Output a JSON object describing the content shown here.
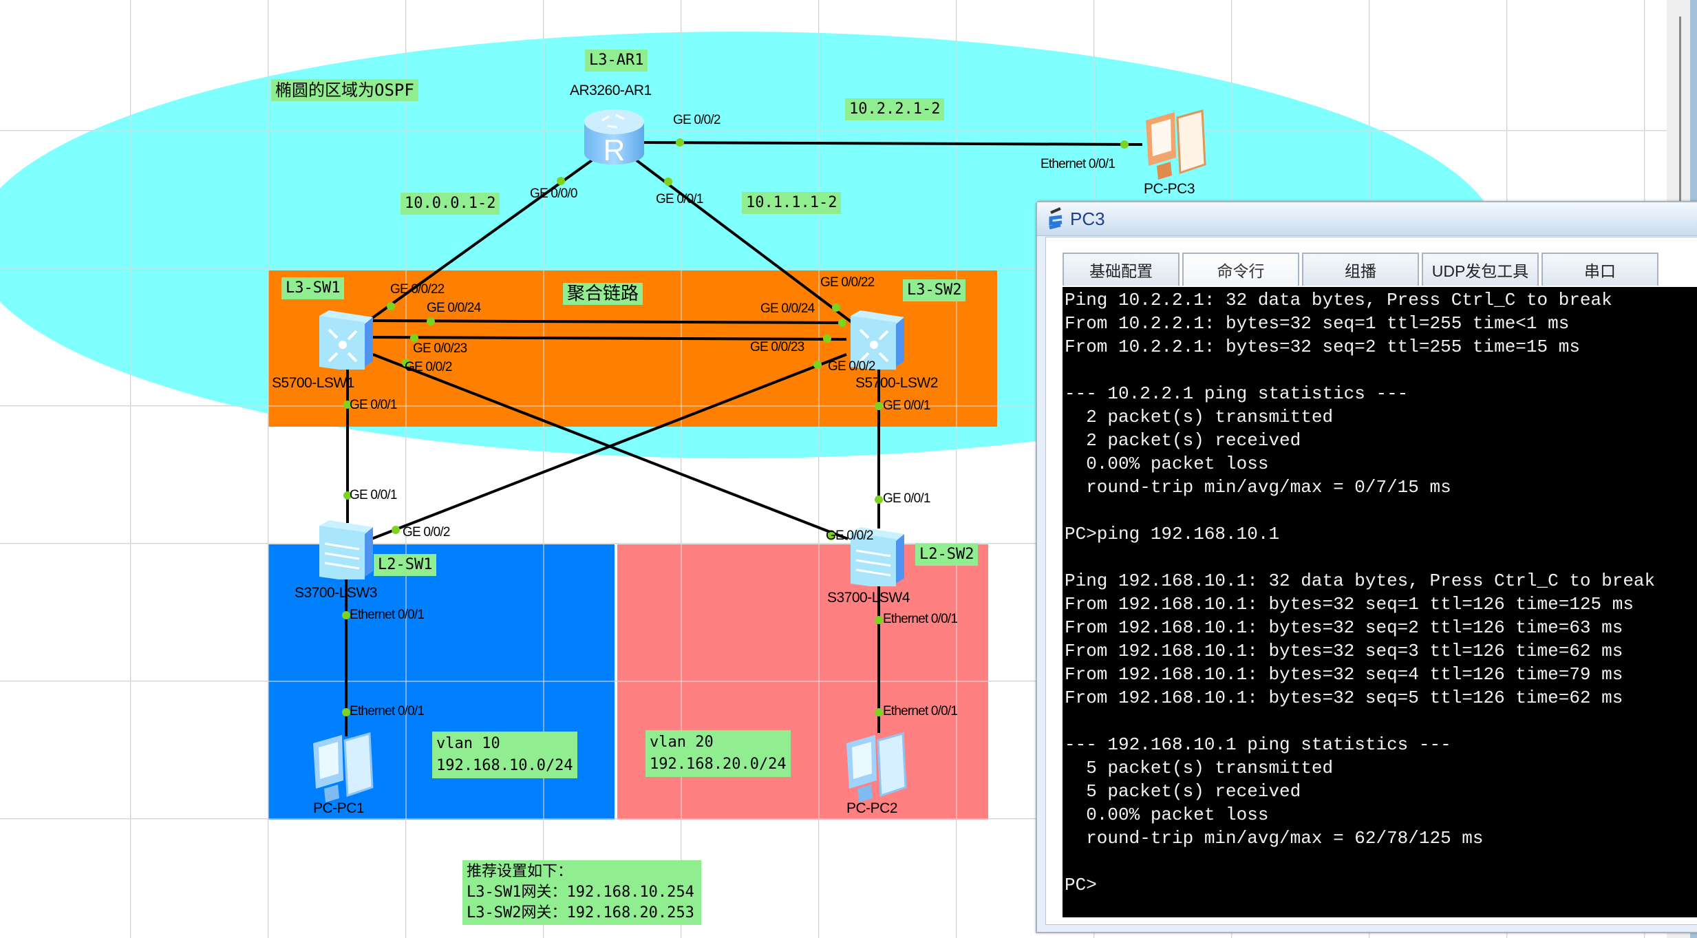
{
  "colors": {
    "ospf_area": "#80ffff",
    "core_zone": "#ff8000",
    "vlan10_zone": "#0080ff",
    "vlan20_zone": "#ff8080",
    "note_bg": "#90ee90",
    "port_dot": "#7ed321",
    "link": "#000000"
  },
  "notes": {
    "ospf_area": "椭圆的区域为OSPF",
    "ar1_tag": "L3-AR1",
    "link_ar1_pc3": "10.2.2.1-2",
    "link_ar1_sw1": "10.0.0.1-2",
    "link_ar1_sw2": "10.1.1.1-2",
    "sw1_tag": "L3-SW1",
    "sw2_tag": "L3-SW2",
    "eth_trunk": "聚合链路",
    "lsw3_tag": "L2-SW1",
    "lsw4_tag": "L2-SW2",
    "vlan10": "vlan 10\n192.168.10.0/24",
    "vlan20": "vlan 20\n192.168.20.0/24",
    "recommend": "推荐设置如下：\nL3-SW1网关：192.168.10.254\nL3-SW2网关：192.168.20.253"
  },
  "devices": {
    "ar1": "AR3260-AR1",
    "pc3": "PC-PC3",
    "sw1": "S5700-LSW1",
    "sw2": "S5700-LSW2",
    "lsw3": "S3700-LSW3",
    "lsw4": "S3700-LSW4",
    "pc1": "PC-PC1",
    "pc2": "PC-PC2"
  },
  "ports": {
    "ar1_g2": "GE 0/0/2",
    "ar1_g0": "GE 0/0/0",
    "ar1_g1": "GE 0/0/1",
    "pc3_e1": "Ethernet 0/0/1",
    "sw1_g22": "GE 0/0/22",
    "sw1_g24": "GE 0/0/24",
    "sw1_g23": "GE 0/0/23",
    "sw1_g2": "GE 0/0/2",
    "sw1_g1": "GE 0/0/1",
    "sw2_g22": "GE 0/0/22",
    "sw2_g24": "GE 0/0/24",
    "sw2_g23": "GE 0/0/23",
    "sw2_g2": "GE 0/0/2",
    "sw2_g1": "GE 0/0/1",
    "lsw3_g1": "GE 0/0/1",
    "lsw3_g2": "GE 0/0/2",
    "lsw3_e1": "Ethernet 0/0/1",
    "lsw4_g1": "GE 0/0/1",
    "lsw4_g2": "GE 0/0/2",
    "lsw4_e1": "Ethernet 0/0/1",
    "pc1_e1": "Ethernet 0/0/1",
    "pc2_e1": "Ethernet 0/0/1"
  },
  "pc3_window": {
    "title": "PC3",
    "tabs": [
      {
        "label": "基础配置",
        "active": false
      },
      {
        "label": "命令行",
        "active": true
      },
      {
        "label": "组播",
        "active": false
      },
      {
        "label": "UDP发包工具",
        "active": false
      },
      {
        "label": "串口",
        "active": false
      }
    ],
    "terminal_lines": [
      "Ping 10.2.2.1: 32 data bytes, Press Ctrl_C to break",
      "From 10.2.2.1: bytes=32 seq=1 ttl=255 time<1 ms",
      "From 10.2.2.1: bytes=32 seq=2 ttl=255 time=15 ms",
      "",
      "--- 10.2.2.1 ping statistics ---",
      "  2 packet(s) transmitted",
      "  2 packet(s) received",
      "  0.00% packet loss",
      "  round-trip min/avg/max = 0/7/15 ms",
      "",
      "PC>ping 192.168.10.1",
      "",
      "Ping 192.168.10.1: 32 data bytes, Press Ctrl_C to break",
      "From 192.168.10.1: bytes=32 seq=1 ttl=126 time=125 ms",
      "From 192.168.10.1: bytes=32 seq=2 ttl=126 time=63 ms",
      "From 192.168.10.1: bytes=32 seq=3 ttl=126 time=62 ms",
      "From 192.168.10.1: bytes=32 seq=4 ttl=126 time=79 ms",
      "From 192.168.10.1: bytes=32 seq=5 ttl=126 time=62 ms",
      "",
      "--- 192.168.10.1 ping statistics ---",
      "  5 packet(s) transmitted",
      "  5 packet(s) received",
      "  0.00% packet loss",
      "  round-trip min/avg/max = 62/78/125 ms",
      "",
      "PC>"
    ]
  }
}
